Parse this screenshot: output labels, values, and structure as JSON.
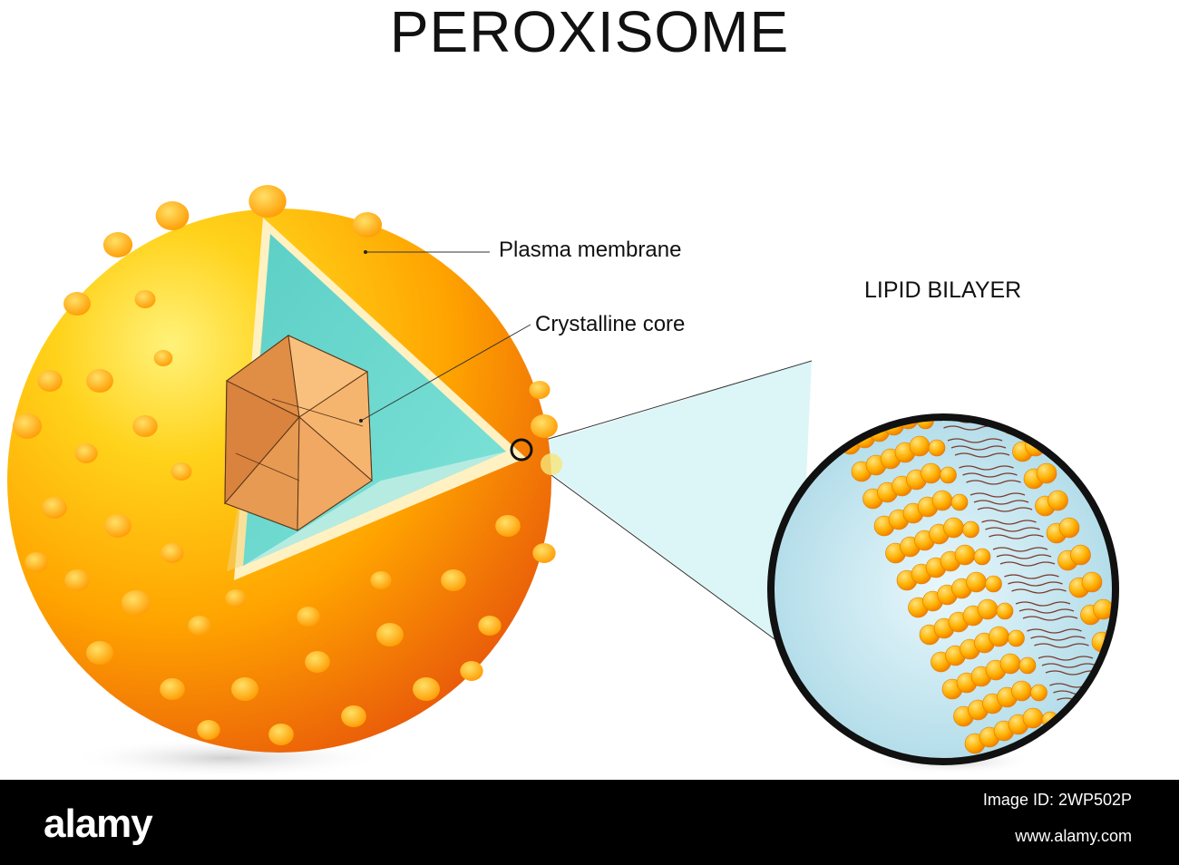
{
  "title": "PEROXISOME",
  "labels": {
    "plasma_membrane": "Plasma membrane",
    "crystalline_core": "Crystalline core",
    "lipid_bilayer": "LIPID BILAYER"
  },
  "watermark": {
    "brand": "alamy",
    "image_id": "Image ID: 2WP502P",
    "site": "www.alamy.com"
  },
  "colors": {
    "sphere_light": "#ffd21a",
    "sphere_mid": "#ffa400",
    "sphere_dark": "#e8560a",
    "lumen": "#67ddd2",
    "lumen_floor": "#aee6dd",
    "membrane_rim": "#ffe7a3",
    "core": "#f2a758",
    "zoom_background": "#bfe4ee",
    "lipid_head": "#ffb000",
    "lipid_tail": "#7a3b2e",
    "watermark_bar": "#000000"
  }
}
